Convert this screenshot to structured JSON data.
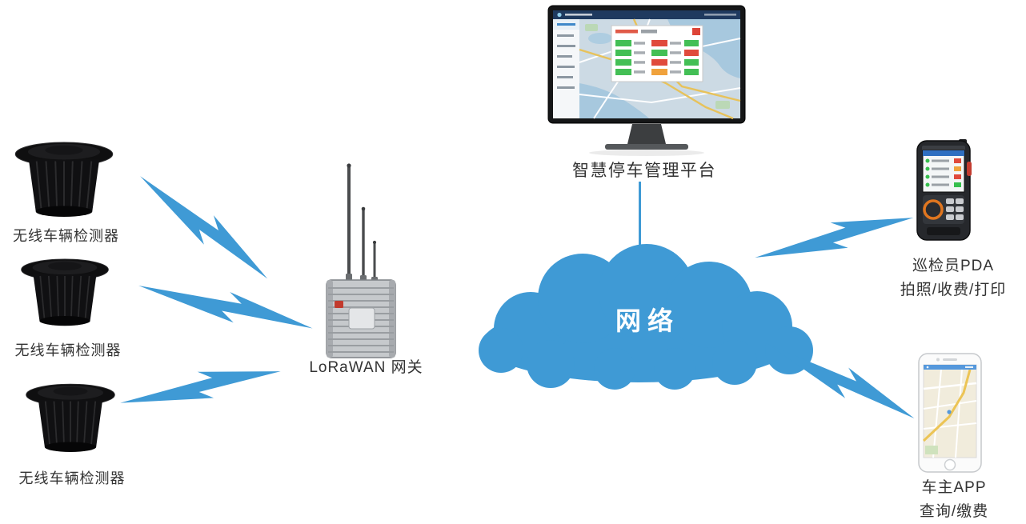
{
  "diagram": {
    "colors": {
      "primary_blue": "#3f9ad5",
      "label_text": "#333333",
      "cloud_text": "#ffffff"
    },
    "cloud": {
      "label": "网络"
    },
    "platform": {
      "label": "智慧停车管理平台"
    },
    "gateway": {
      "label": "LoRaWAN 网关"
    },
    "detectors": [
      {
        "label": "无线车辆检测器"
      },
      {
        "label": "无线车辆检测器"
      },
      {
        "label": "无线车辆检测器"
      }
    ],
    "pda": {
      "title": "巡检员PDA",
      "subtitle": "拍照/收费/打印"
    },
    "owner_app": {
      "title": "车主APP",
      "subtitle": "查询/缴费"
    }
  }
}
